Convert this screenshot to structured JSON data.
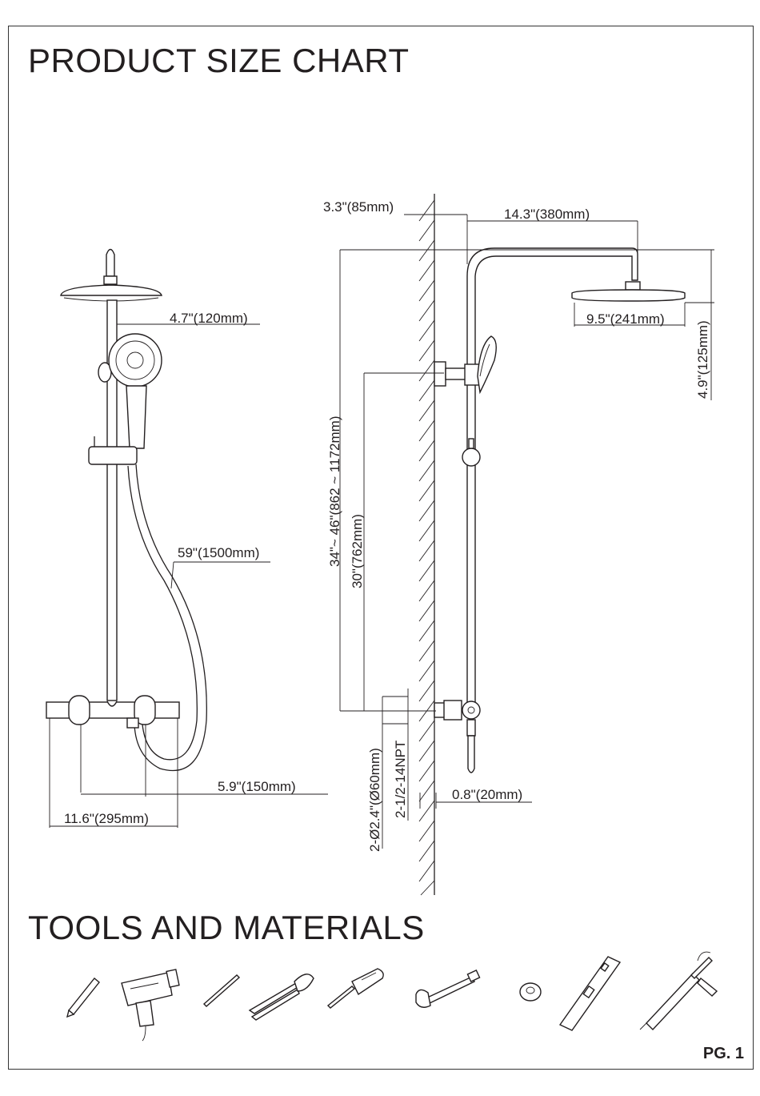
{
  "headings": {
    "product_size_chart": "PRODUCT SIZE CHART",
    "tools_and_materials": "TOOLS AND MATERIALS"
  },
  "page_number": "PG. 1",
  "front_view_dimensions": {
    "hand_shower_offset": "4.7\"(120mm)",
    "hose_length": "59\"(1500mm)",
    "inlet_spacing": "5.9\"(150mm)",
    "valve_width": "11.6\"(295mm)"
  },
  "side_view_dimensions": {
    "wall_to_rail": "3.3\"(85mm)",
    "arm_reach": "14.3\"(380mm)",
    "head_diameter": "9.5\"(241mm)",
    "head_height": "4.9\"(125mm)",
    "adjustable_height": "34\"~ 46\"(862 ~ 1172mm)",
    "bracket_height": "30\"(762mm)",
    "flange_diameter": "2-Ø2.4\"(Ø60mm)",
    "inlet_thread": "2-1/2-14NPT",
    "connector_depth": "0.8\"(20mm)"
  },
  "tools": [
    "pencil-icon",
    "electric-drill-icon",
    "drill-bit-icon",
    "pliers-icon",
    "screwdriver-icon",
    "wrench-icon",
    "thread-tape-icon",
    "spirit-level-icon",
    "caulking-gun-icon"
  ]
}
